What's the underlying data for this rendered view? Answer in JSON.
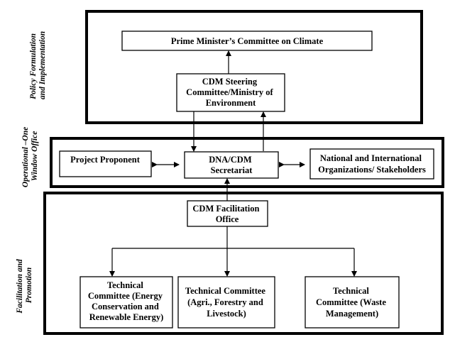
{
  "diagram": {
    "sections": {
      "policy": {
        "lines": [
          "Policy Formulation",
          "and Implementation"
        ]
      },
      "operational": {
        "lines": [
          "Operational –One",
          "Window Office"
        ]
      },
      "facilitation": {
        "lines": [
          "Facilitation and",
          "Promotion"
        ]
      }
    },
    "nodes": {
      "pm_committee": {
        "lines": [
          "Prime Minister’s Committee on Climate"
        ]
      },
      "steering": {
        "lines": [
          "CDM Steering",
          "Committee/Ministry of",
          "Environment"
        ]
      },
      "project_proponent": {
        "lines": [
          "Project Proponent"
        ]
      },
      "dna": {
        "lines": [
          "DNA/CDM",
          "Secretariat"
        ]
      },
      "national_orgs": {
        "lines": [
          "National and International",
          "Organizations/ Stakeholders"
        ]
      },
      "facilitation_office": {
        "lines": [
          "CDM Facilitation",
          "Office"
        ]
      },
      "tech_energy": {
        "lines": [
          "Technical",
          "Committee (Energy",
          "Conservation and",
          "Renewable Energy)"
        ]
      },
      "tech_agri": {
        "lines": [
          "Technical Committee",
          "(Agri.,  Forestry and",
          "Livestock)"
        ]
      },
      "tech_waste": {
        "lines": [
          "Technical",
          "Committee (Waste",
          "Management)"
        ]
      }
    }
  }
}
